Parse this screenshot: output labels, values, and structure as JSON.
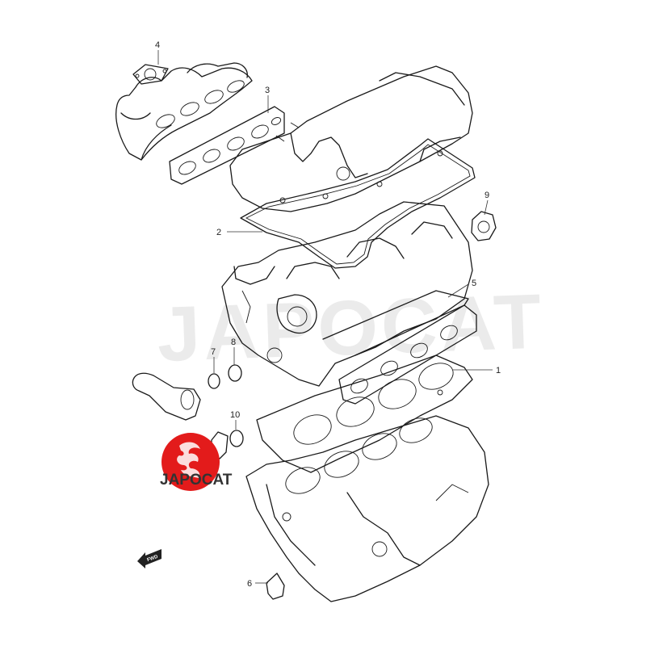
{
  "diagram": {
    "watermark": "JAPOCAT",
    "logo_text": "JAPOCAT",
    "fwd_label": "FWD",
    "callouts": [
      {
        "id": "1",
        "label": "1",
        "part": "cylinder-head-gasket"
      },
      {
        "id": "2",
        "label": "2",
        "part": "cylinder-head-cover-gasket"
      },
      {
        "id": "3",
        "label": "3",
        "part": "exhaust-manifold-gasket"
      },
      {
        "id": "4",
        "label": "4",
        "part": "exhaust-pipe-gasket"
      },
      {
        "id": "5",
        "label": "5",
        "part": "intake-manifold-gasket"
      },
      {
        "id": "6",
        "label": "6",
        "part": "water-pump-gasket"
      },
      {
        "id": "7",
        "label": "7",
        "part": "outlet-pipe-o-ring"
      },
      {
        "id": "8",
        "label": "8",
        "part": "thermostat-o-ring"
      },
      {
        "id": "9",
        "label": "9",
        "part": "egr-gasket"
      },
      {
        "id": "10",
        "label": "10",
        "part": "inlet-pipe-o-ring"
      }
    ]
  }
}
